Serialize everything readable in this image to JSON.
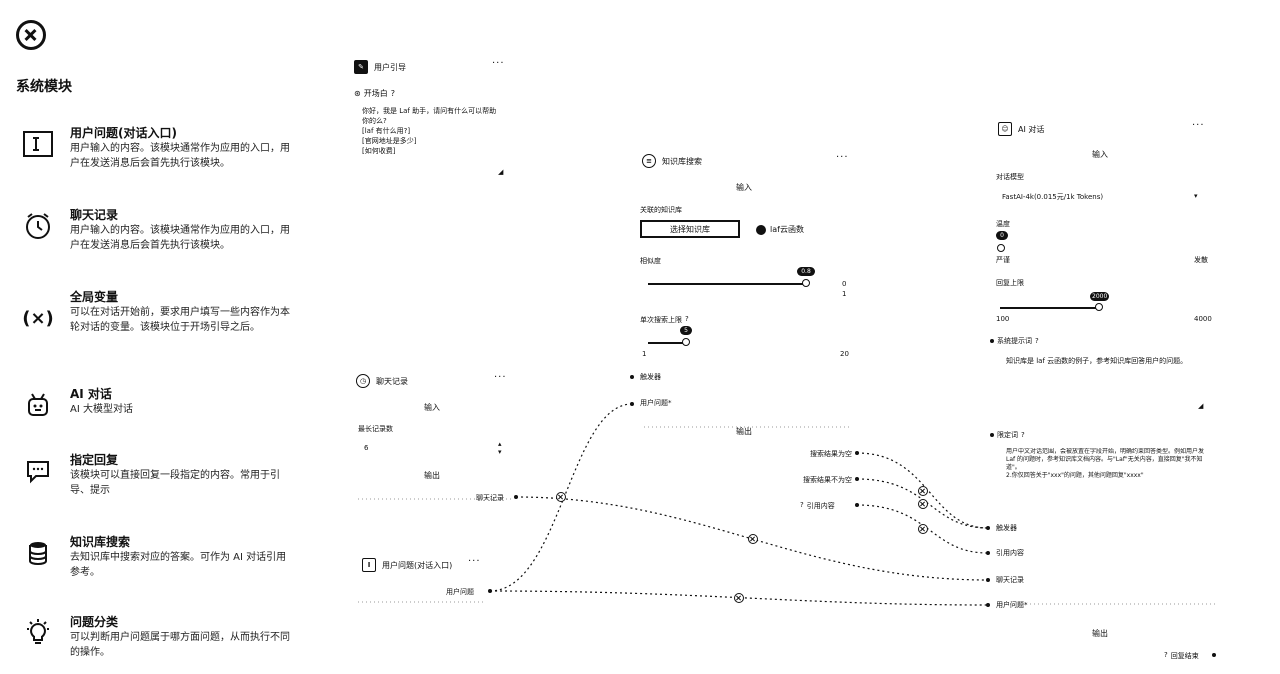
{
  "sidebar": {
    "title": "系统模块",
    "modules": [
      {
        "title": "用户问题(对话入口)",
        "desc": "用户输入的内容。该模块通常作为应用的入口，用户在发送消息后会首先执行该模块。"
      },
      {
        "title": "聊天记录",
        "desc": "用户输入的内容。该模块通常作为应用的入口，用户在发送消息后会首先执行该模块。"
      },
      {
        "title": "全局变量",
        "desc": "可以在对话开始前，要求用户填写一些内容作为本轮对话的变量。该模块位于开场引导之后。"
      },
      {
        "title": "AI 对话",
        "desc": "AI 大模型对话"
      },
      {
        "title": "指定回复",
        "desc": "该模块可以直接回复一段指定的内容。常用于引导、提示"
      },
      {
        "title": "知识库搜索",
        "desc": "去知识库中搜索对应的答案。可作为 AI 对话引用参考。"
      },
      {
        "title": "问题分类",
        "desc": "可以判断用户问题属于哪方面问题，从而执行不同的操作。"
      }
    ]
  },
  "guide_node": {
    "title": "用户引导",
    "more": "···",
    "opening_label": "开场白",
    "opening_text": "你好，我是 Laf 助手，请问有什么可以帮助你的么?\n[laf 有什么用?]\n[官网地址是多少]\n[如何收费]"
  },
  "kb_node": {
    "title": "知识库搜索",
    "more": "···",
    "input_label": "输入",
    "linked_kb_label": "关联的知识库",
    "select_kb_button": "选择知识库",
    "kb_tag": "laf云函数",
    "similarity_label": "相似度",
    "similarity_value": "0.8",
    "similarity_min": "0",
    "similarity_max": "1",
    "limit_label": "单次搜索上限",
    "limit_value": "5",
    "limit_min": "1",
    "limit_max": "20",
    "port_trigger": "触发器",
    "port_question": "用户问题*",
    "output_label": "输出",
    "out_empty": "搜索结果为空",
    "out_not_empty": "搜索结果不为空",
    "out_quote": "引用内容"
  },
  "history_node": {
    "title": "聊天记录",
    "more": "···",
    "input_label": "输入",
    "max_records_label": "最长记录数",
    "max_records_value": "6",
    "output_label": "输出",
    "out_history": "聊天记录"
  },
  "question_node": {
    "title": "用户问题(对话入口)",
    "more": "···",
    "out_question": "用户问题"
  },
  "ai_node": {
    "title": "AI 对话",
    "more": "···",
    "input_label": "输入",
    "model_label": "对话模型",
    "model_value": "FastAI-4k(0.015元/1k Tokens)",
    "temp_label": "温度",
    "temp_value": "0",
    "temp_left": "严谨",
    "temp_right": "发散",
    "maxtoken_label": "回复上限",
    "maxtoken_value": "2000",
    "maxtoken_min": "100",
    "maxtoken_max": "4000",
    "system_label": "系统提示词",
    "system_text": "知识库是 laf 云函数的例子，参考知识库回答用户的问题。",
    "limit_label": "限定词",
    "limit_text": "用户中文对话范围，会被放置在字段开始，明确约束回答类型。例如用户发 Laf 的问题时，参考知识库文档内容。与\"Laf\"无关内容，直接回复\"我不知道\"。\n2.你仅回答关于\"xxx\"的问题，其他问题回复\"xxxx\"",
    "port_trigger": "触发器",
    "port_quote": "引用内容",
    "port_history": "聊天记录",
    "port_question": "用户问题*",
    "output_label": "输出",
    "out_finish": "回复结束"
  }
}
